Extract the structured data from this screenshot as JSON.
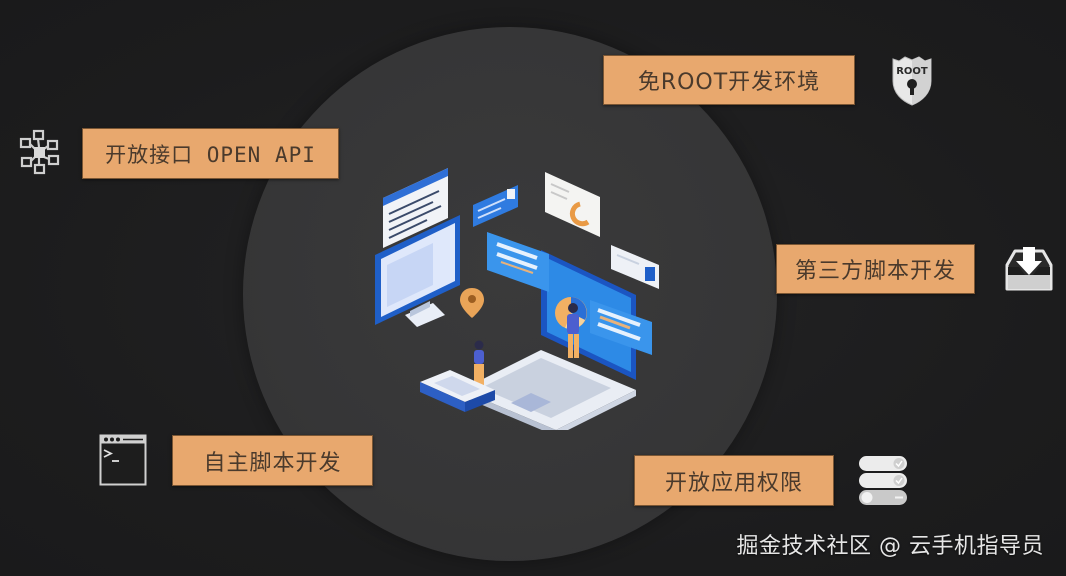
{
  "slide": {
    "background_color": "#1e1e1f",
    "circle_color": "#373738",
    "label_fill": "#e8a86e",
    "label_text_color": "#4a3a2c",
    "features": [
      {
        "id": "open-api",
        "label": "开放接口 OPEN API",
        "icon": "network-nodes-icon"
      },
      {
        "id": "no-root",
        "label": "免ROOT开发环境",
        "icon": "root-shield-icon",
        "icon_text": "ROOT"
      },
      {
        "id": "third-party-script",
        "label": "第三方脚本开发",
        "icon": "download-tray-icon"
      },
      {
        "id": "own-script",
        "label": "自主脚本开发",
        "icon": "terminal-window-icon",
        "icon_text": ">_"
      },
      {
        "id": "app-permissions",
        "label": "开放应用权限",
        "icon": "toggle-switches-icon"
      }
    ],
    "center_illustration": "isometric-laptop-devices-illustration"
  },
  "watermark": {
    "text": "掘金技术社区 @ 云手机指导员"
  }
}
